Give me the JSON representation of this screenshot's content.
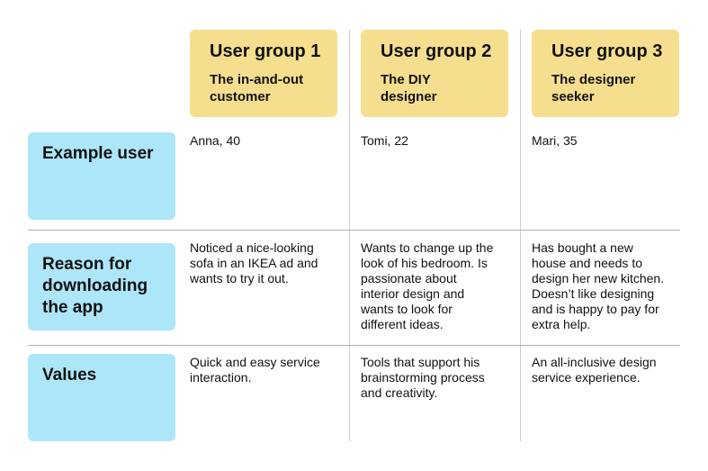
{
  "groups": [
    {
      "title": "User group 1",
      "subtitle": "The in-and-out\ncustomer"
    },
    {
      "title": "User group 2",
      "subtitle": "The DIY\ndesigner"
    },
    {
      "title": "User group 3",
      "subtitle": "The designer\nseeker"
    }
  ],
  "rows": [
    {
      "label": "Example user",
      "cells": [
        "Anna, 40",
        "Tomi, 22",
        "Mari, 35"
      ]
    },
    {
      "label": "Reason for\ndownloading\nthe app",
      "cells": [
        "Noticed a nice-looking\nsofa in an IKEA ad and\nwants to try it out.",
        "Wants to change up the\nlook of his bedroom. Is\npassionate about\ninterior design and\nwants to look for\ndifferent ideas.",
        "Has bought a new\nhouse and needs to\ndesign her new kitchen.\nDoesn’t like designing\nand is happy to pay for\nextra help."
      ]
    },
    {
      "label": "Values",
      "cells": [
        "Quick and easy service\ninteraction.",
        "Tools that support his\nbrainstorming process\nand creativity.",
        "An all-inclusive design\nservice experience."
      ]
    }
  ],
  "colors": {
    "group_card": "#F5DF8F",
    "row_card": "#ADE6F9",
    "divider": "#CFCFCF"
  }
}
